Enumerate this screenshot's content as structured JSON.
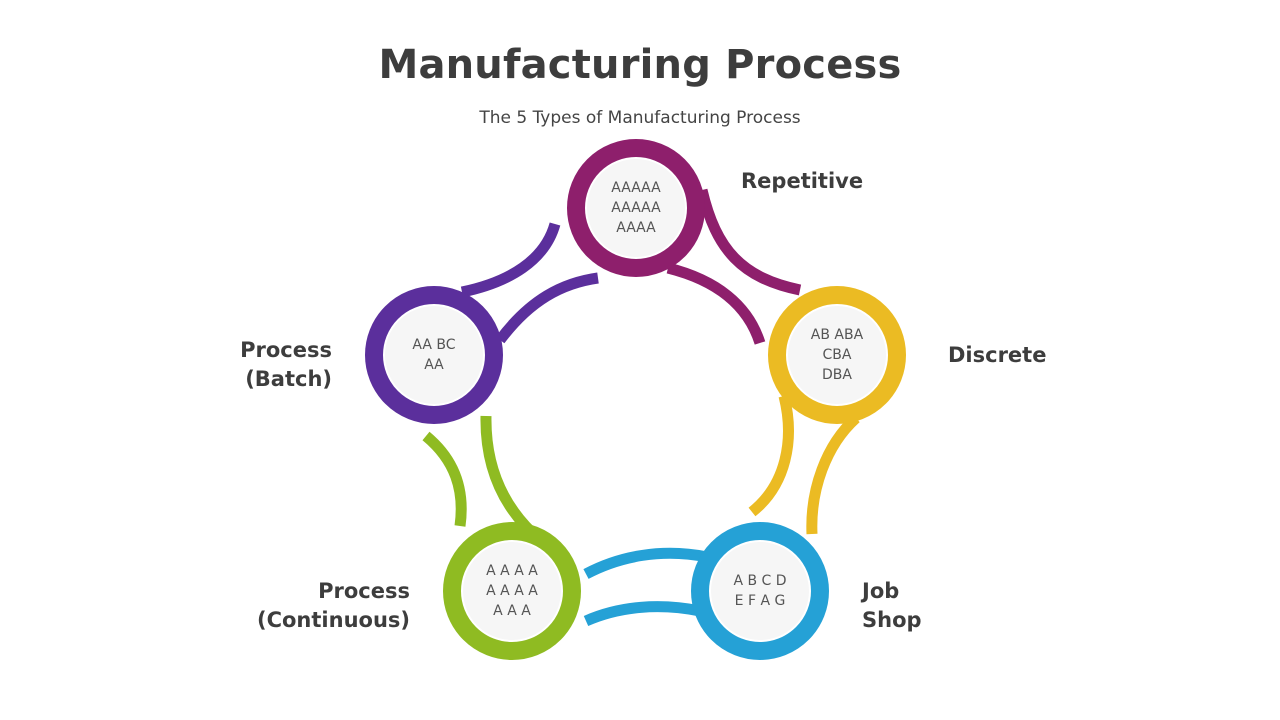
{
  "header": {
    "title": "Manufacturing Process",
    "subtitle": "The 5 Types of Manufacturing Process"
  },
  "stages": [
    {
      "label": "Repetitive",
      "inner_text": "AAAAA\nAAAAA\nAAAA",
      "color": "#8e1f6c"
    },
    {
      "label": "Discrete",
      "inner_text": "AB ABA\nCBA\nDBA",
      "color": "#ebbb23"
    },
    {
      "label": "Job\nShop",
      "inner_text": "A B C D\nE F A G",
      "color": "#25a1d6"
    },
    {
      "label": "Process\n(Continuous)",
      "inner_text": "A A A A\nA A A A\nA A A",
      "color": "#8fbb22"
    },
    {
      "label": "Process\n(Batch)",
      "inner_text": "AA BC\nAA",
      "color": "#5b2f9c"
    }
  ]
}
